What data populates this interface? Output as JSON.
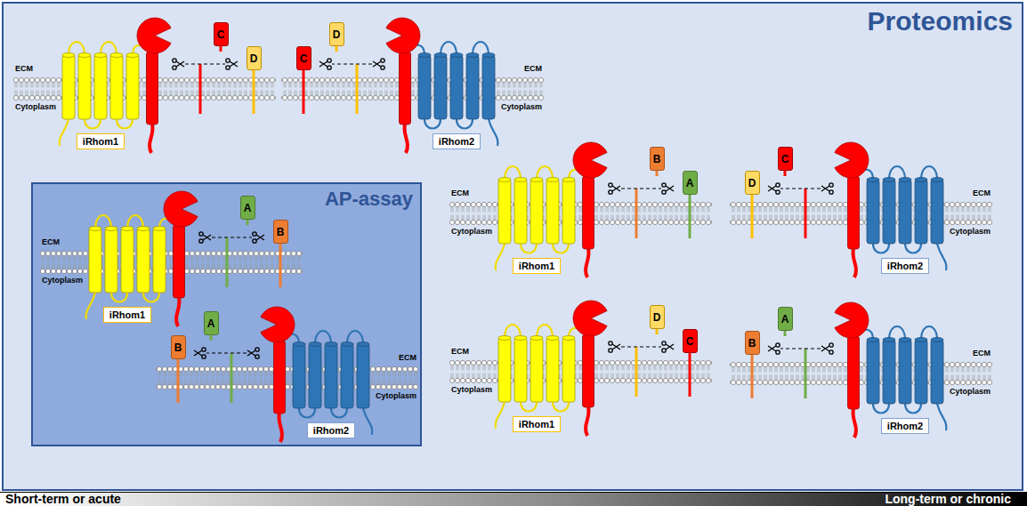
{
  "diagram": {
    "nodes": [
      {
        "text": [
          "Proteomics"
        ]
      },
      {
        "text": [
          "AP-assay"
        ],
        "in": 0
      },
      {
        "text": [
          "C"
        ],
        "in": 0
      },
      {
        "text": [
          "D"
        ],
        "in": 0
      },
      {
        "text": [
          "iRhom1"
        ],
        "in": 0
      },
      {
        "text": [
          "C"
        ],
        "in": 0
      },
      {
        "text": [
          "D"
        ],
        "in": 0
      },
      {
        "text": [
          "iRhom2"
        ],
        "in": 0
      },
      {
        "text": [
          "A"
        ],
        "in": 1
      },
      {
        "text": [
          "B"
        ],
        "in": 1
      },
      {
        "text": [
          "iRhom1"
        ],
        "in": 1
      },
      {
        "text": [
          "B"
        ],
        "in": 1
      },
      {
        "text": [
          "A"
        ],
        "in": 1
      },
      {
        "text": [
          "iRhom2"
        ],
        "in": 1
      },
      {
        "text": [
          "B"
        ],
        "in": 0
      },
      {
        "text": [
          "A"
        ],
        "in": 0
      },
      {
        "text": [
          "iRhom1"
        ],
        "in": 0
      },
      {
        "text": [
          "D"
        ],
        "in": 0
      },
      {
        "text": [
          "C"
        ],
        "in": 0
      },
      {
        "text": [
          "iRhom2"
        ],
        "in": 0
      },
      {
        "text": [
          "D"
        ],
        "in": 0
      },
      {
        "text": [
          "C"
        ],
        "in": 0
      },
      {
        "text": [
          "iRhom1"
        ],
        "in": 0
      },
      {
        "text": [
          "B"
        ],
        "in": 0
      },
      {
        "text": [
          "A"
        ],
        "in": 0
      },
      {
        "text": [
          "iRhom2"
        ],
        "in": 0
      },
      {
        "text": [
          "Short-term or acute",
          "Long-term or chronic"
        ]
      }
    ],
    "labels": [
      "ECM",
      "Cytoplasm",
      "ECM",
      "Cytoplasm",
      "ECM",
      "Cytoplasm",
      "ECM",
      "Cytoplasm",
      "ECM",
      "Cytoplasm",
      "ECM",
      "Cytoplasm",
      "ECM",
      "Cytoplasm",
      "ECM",
      "Cytoplasm"
    ]
  }
}
